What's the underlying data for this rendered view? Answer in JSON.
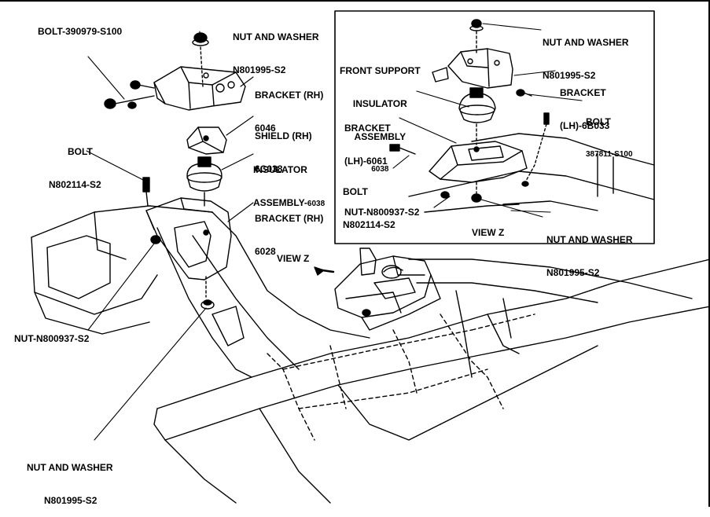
{
  "labels": {
    "bolt_top": "BOLT-390979-S100",
    "nut_washer_top_1": "NUT AND WASHER",
    "nut_washer_top_2": "N801995-S2",
    "bracket_rh_1": "BRACKET (RH)",
    "bracket_rh_2": "6046",
    "shield_rh_1": "SHIELD (RH)",
    "shield_rh_2": "6C038",
    "insulator_1": "INSULATOR",
    "insulator_2": "ASSEMBLY-",
    "insulator_num": "6038",
    "bracket_rh_low_1": "BRACKET (RH)",
    "bracket_rh_low_2": "6028",
    "bolt_left_1": "BOLT",
    "bolt_left_2": "N802114-S2",
    "nut_left": "NUT-N800937-S2",
    "nut_washer_bottom_1": "NUT AND WASHER",
    "nut_washer_bottom_2": "N801995-S2",
    "view_z_arrow": "VIEW Z"
  },
  "inset": {
    "front_support_1": "FRONT SUPPORT",
    "front_support_2": "INSULATOR",
    "front_support_3": "ASSEMBLY",
    "front_support_4": "6038",
    "nut_washer_top_1": "NUT AND WASHER",
    "nut_washer_top_2": "N801995-S2",
    "bracket_lh_1": "BRACKET",
    "bracket_lh_2": "(LH)-6B033",
    "bolt_right_1": "BOLT",
    "bolt_right_2": "387811-S100",
    "bracket_lh_6061_1": "BRACKET",
    "bracket_lh_6061_2": "(LH)-6061",
    "bolt_1": "BOLT",
    "bolt_2": "N802114-S2",
    "nut": "NUT-N800937-S2",
    "nut_washer_bottom_1": "NUT AND WASHER",
    "nut_washer_bottom_2": "N801995-S2",
    "view_z": "VIEW Z"
  }
}
